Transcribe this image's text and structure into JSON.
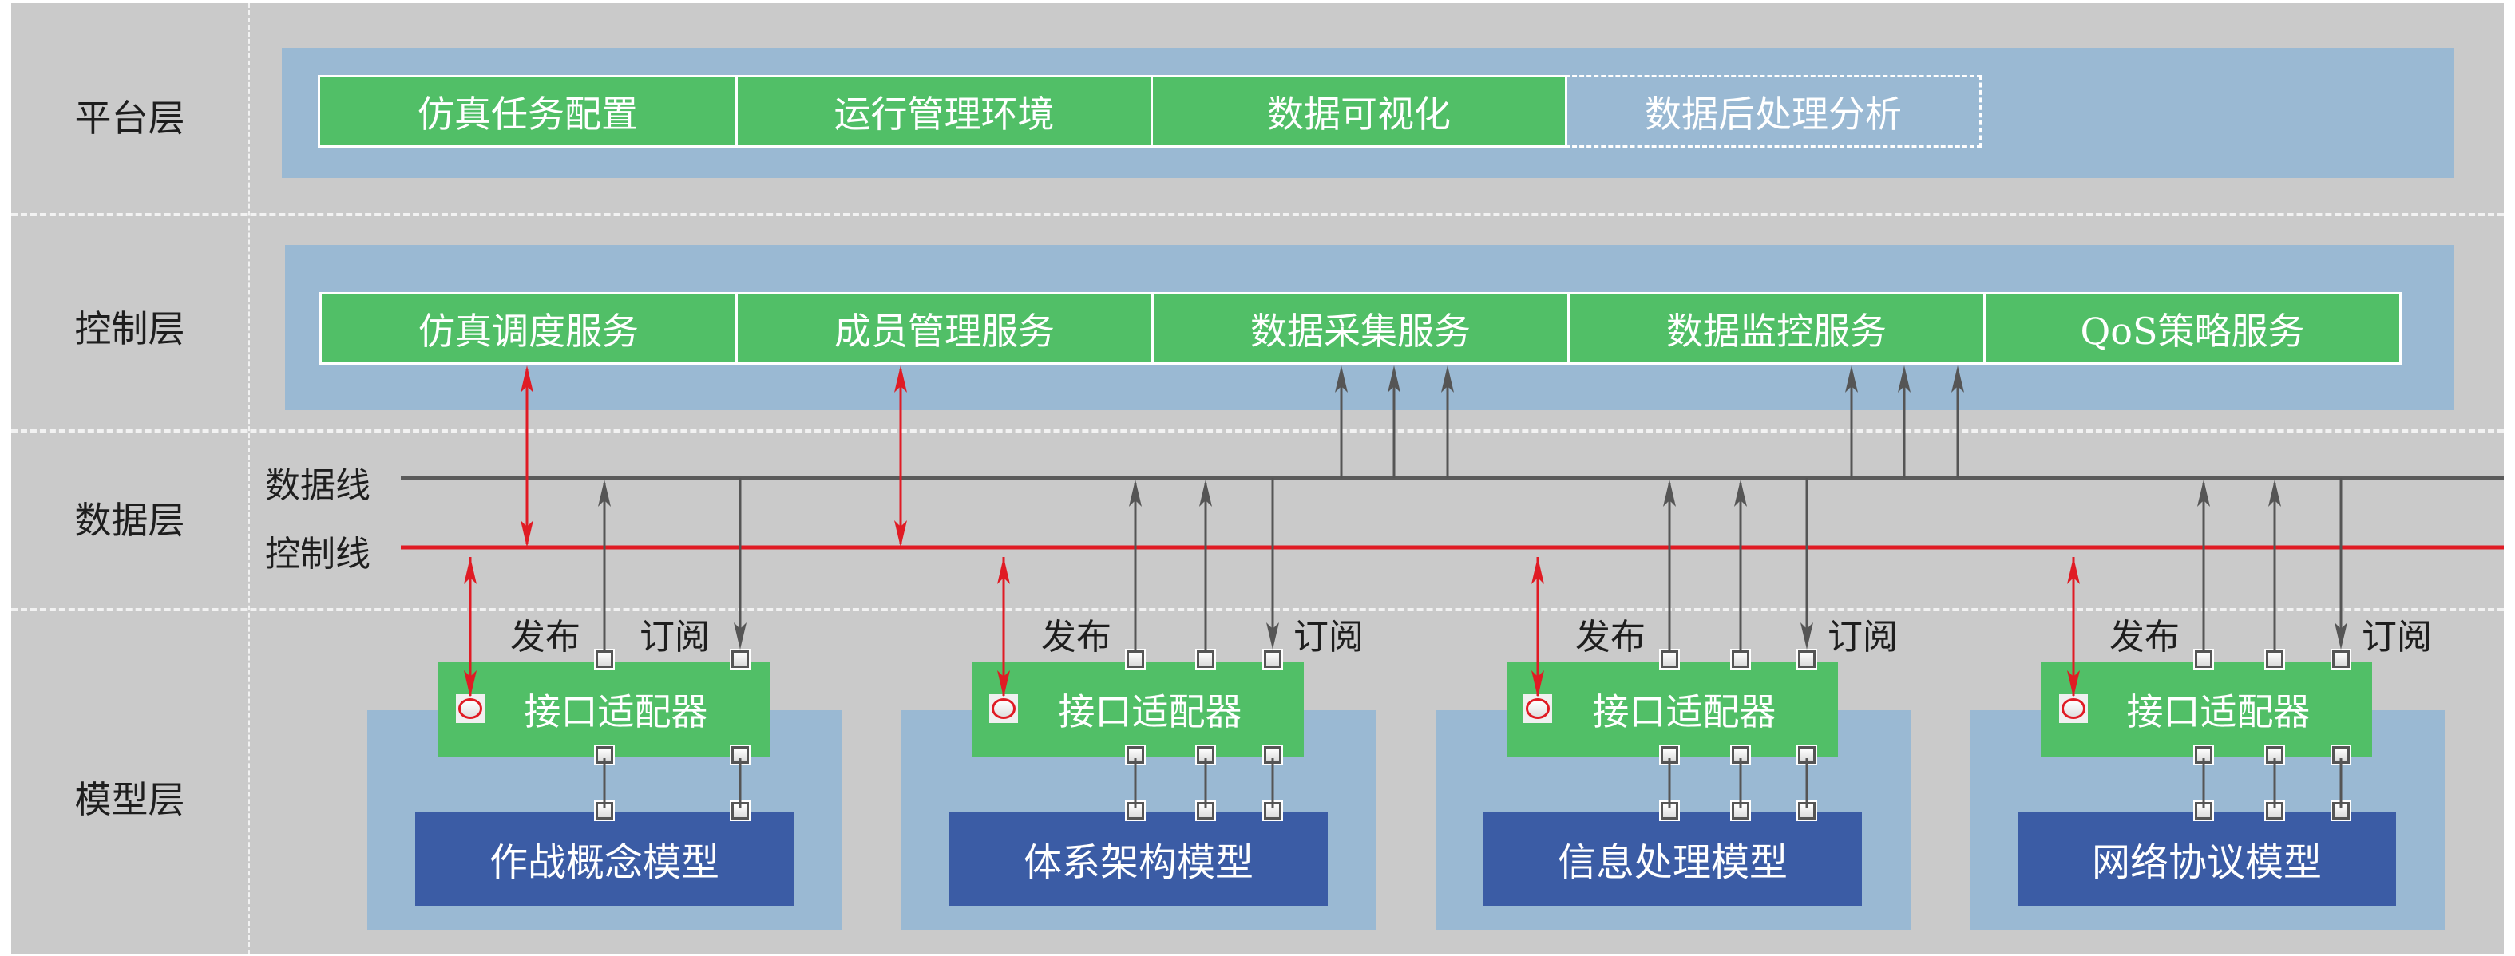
{
  "colors": {
    "background": "#cacaca",
    "panel": "#9ab9d3",
    "service_green": "#51bf67",
    "model_blue": "#3b5ca5",
    "control_red": "#e01b24",
    "data_gray": "#555555"
  },
  "layers": {
    "platform": "平台层",
    "control": "控制层",
    "data": "数据层",
    "model": "模型层"
  },
  "platform": {
    "items": [
      {
        "label": "仿真任务配置",
        "style": "solid"
      },
      {
        "label": "运行管理环境",
        "style": "solid"
      },
      {
        "label": "数据可视化",
        "style": "solid"
      },
      {
        "label": "数据后处理分析",
        "style": "dashed"
      }
    ]
  },
  "control": {
    "services": [
      {
        "label": "仿真调度服务",
        "link": "control-line"
      },
      {
        "label": "成员管理服务",
        "link": "control-line"
      },
      {
        "label": "数据采集服务",
        "link": "data-line",
        "inputs": 3
      },
      {
        "label": "数据监控服务",
        "link": "data-line",
        "inputs": 3
      },
      {
        "label": "QoS策略服务",
        "link": "none"
      }
    ]
  },
  "data_layer": {
    "data_line_label": "数据线",
    "control_line_label": "控制线"
  },
  "models": {
    "publish_label": "发布",
    "subscribe_label": "订阅",
    "adapter_label": "接口适配器",
    "groups": [
      {
        "model": "作战概念模型",
        "publish_ports": 1,
        "subscribe_ports": 1
      },
      {
        "model": "体系架构模型",
        "publish_ports": 2,
        "subscribe_ports": 1
      },
      {
        "model": "信息处理模型",
        "publish_ports": 2,
        "subscribe_ports": 1
      },
      {
        "model": "网络协议模型",
        "publish_ports": 2,
        "subscribe_ports": 1
      }
    ]
  }
}
